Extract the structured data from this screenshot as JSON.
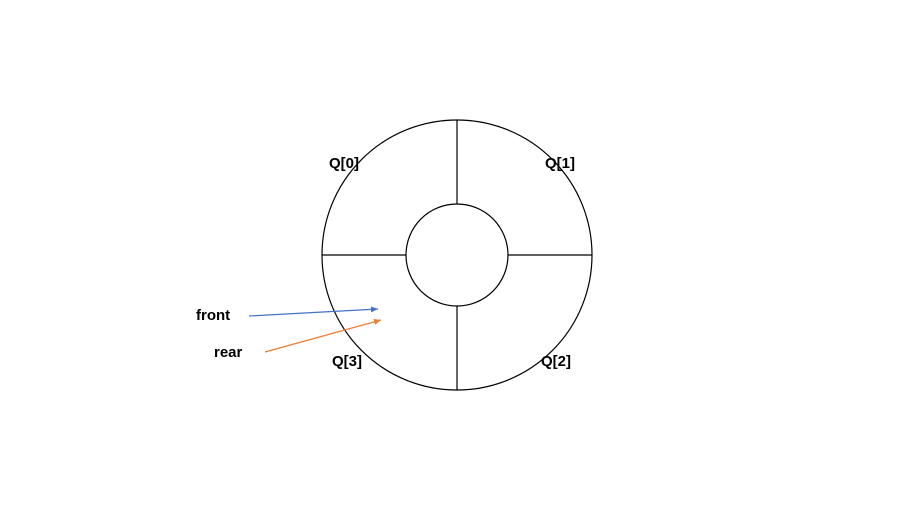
{
  "diagram": {
    "slots": [
      {
        "label": "Q[0]"
      },
      {
        "label": "Q[1]"
      },
      {
        "label": "Q[2]"
      },
      {
        "label": "Q[3]"
      }
    ],
    "pointers": {
      "front": {
        "label": "front",
        "color": "#4472c4"
      },
      "rear": {
        "label": "rear",
        "color": "#ed7d31"
      }
    }
  }
}
